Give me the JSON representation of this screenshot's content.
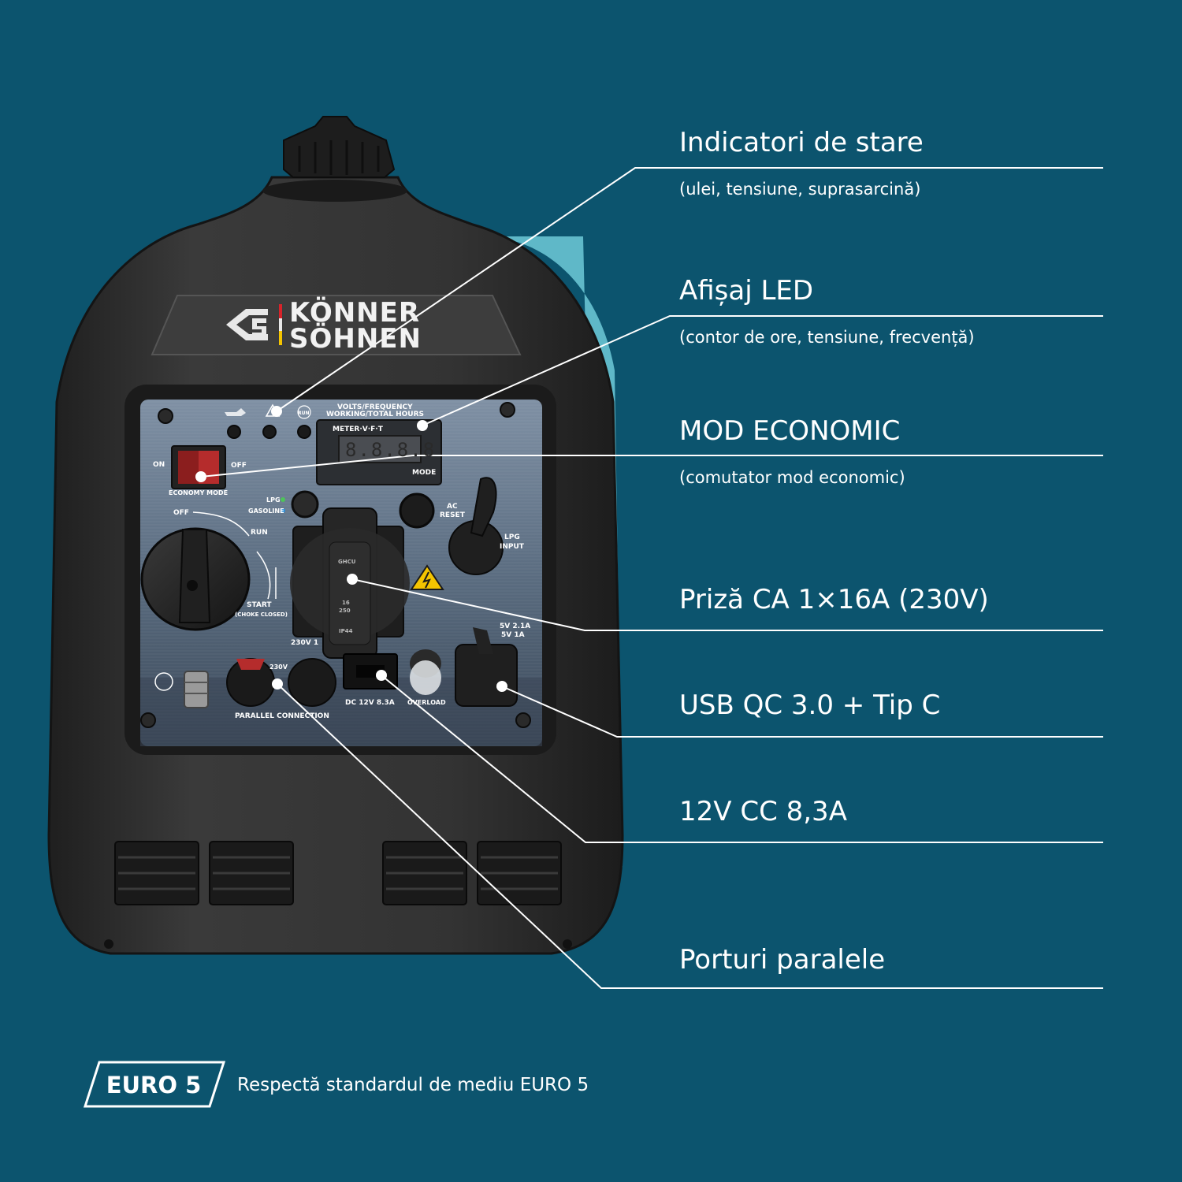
{
  "features": [
    {
      "title": "Indicatori de stare",
      "subtitle": "(ulei, tensiune, suprasarcină)"
    },
    {
      "title": "Afișaj LED",
      "subtitle": "(contor de ore, tensiune, frecvență)"
    },
    {
      "title": "MOD ECONOMIC",
      "subtitle": "(comutator mod economic)"
    },
    {
      "title": "Priză CA 1×16A (230V)"
    },
    {
      "title": "USB QC 3.0 + Tip C"
    },
    {
      "title": "12V CC 8,3A"
    },
    {
      "title": "Porturi paralele"
    }
  ],
  "euro": {
    "badge": "EURO 5",
    "description": "Respectă standardul de mediu EURO 5"
  },
  "generator": {
    "brand_line1": "KÖNNER",
    "brand_line2": "SÖHNEN",
    "panel": {
      "volts_label": "VOLTS/FREQUENCY",
      "hours_label": "WORKING/TOTAL HOURS",
      "meter_label": "METER·V·F·T",
      "mode_label": "MODE",
      "led_readout": "8.8.8.8",
      "on_label": "ON",
      "off_label": "OFF",
      "economy_mode_label": "ECONOMY MODE",
      "lpg_label": "LPG",
      "gasoline_label": "GASOLINE",
      "ac_reset_label": "AC",
      "ac_reset_label2": "RESET",
      "lpg_input_label": "LPG",
      "lpg_input_label2": "INPUT",
      "choke_off_label": "OFF",
      "run_label": "RUN",
      "start_label": "START",
      "choke_closed_label": "(CHOKE CLOSED)",
      "outlet_voltage_label": "230V 1",
      "usb_label_1": "5V 2.1A",
      "usb_label_2": "5V 1A",
      "parallel_voltage_label": "230V",
      "parallel_label": "PARALLEL CONNECTION",
      "dc_label": "DC 12V 8.3A",
      "overload_label": "OVERLOAD",
      "run_indicator_label": "RUN",
      "socket_brand": "GHCU",
      "socket_rating_1": "16",
      "socket_rating_2": "250",
      "socket_ip": "IP44"
    }
  },
  "colors": {
    "background": "#0c546e",
    "generator_body": "#2b2b2b",
    "panel": "#5f7185",
    "accent_teal": "#5fb8c8",
    "brand_stripe_red": "#d8232a",
    "brand_stripe_yellow": "#f4c400",
    "lpg_led": "#4ec35a",
    "gasoline_led": "#2d8fd9"
  }
}
